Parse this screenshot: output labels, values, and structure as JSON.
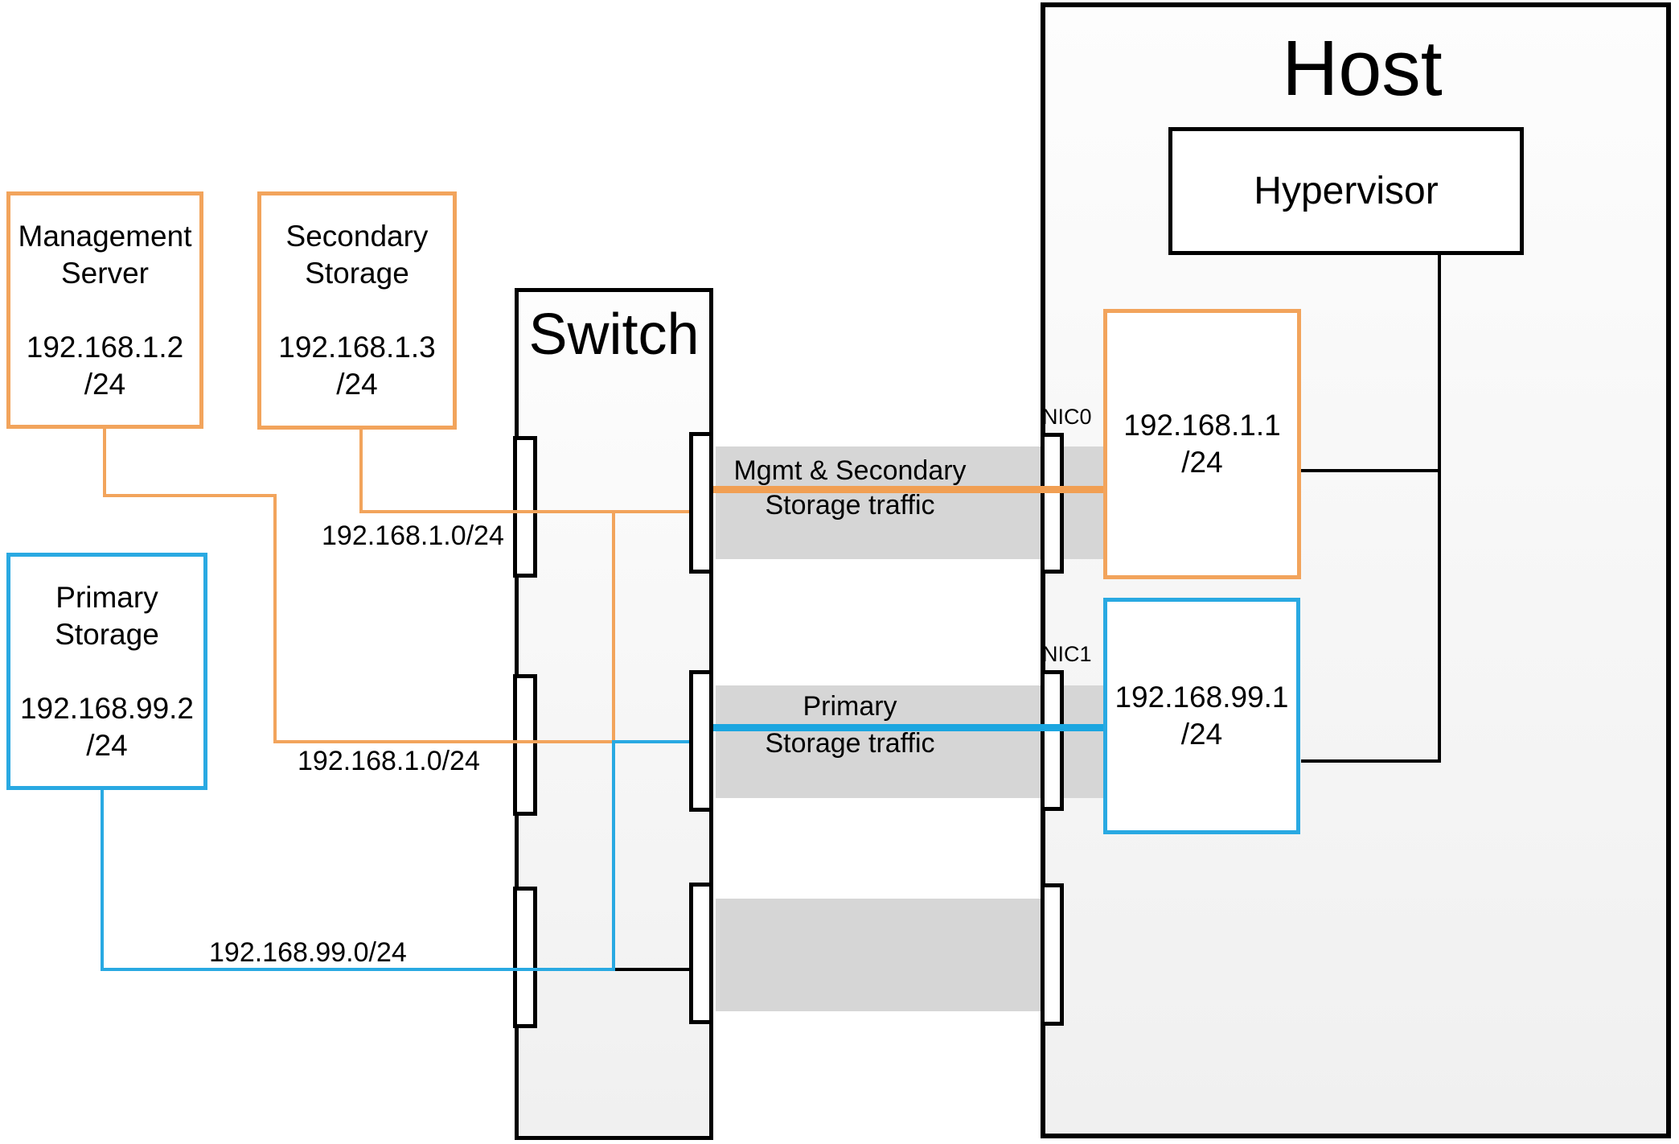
{
  "diagram": {
    "kind": "network-topology",
    "colors": {
      "orange_line": "#F2A45C",
      "orange_traffic": "#F19F53",
      "blue_line": "#29A9E2",
      "blue_traffic": "#1CA6E0",
      "band_gray": "#D6D6D6",
      "line_black": "#000000"
    },
    "nodes": {
      "management_server": {
        "name1": "Management",
        "name2": "Server",
        "ip": "192.168.1.2",
        "mask": "/24"
      },
      "secondary_storage": {
        "name1": "Secondary",
        "name2": "Storage",
        "ip": "192.168.1.3",
        "mask": "/24"
      },
      "primary_storage": {
        "name1": "Primary",
        "name2": "Storage",
        "ip": "192.168.99.2",
        "mask": "/24"
      },
      "switch": {
        "label": "Switch"
      },
      "host": {
        "label": "Host"
      },
      "hypervisor": {
        "label": "Hypervisor"
      },
      "nic0_ip": {
        "ip": "192.168.1.1",
        "mask": "/24"
      },
      "nic1_ip": {
        "ip": "192.168.99.1",
        "mask": "/24"
      }
    },
    "port_labels": {
      "nic0": "NIC0",
      "nic1": "NIC1"
    },
    "net_labels": {
      "secondary_net": "192.168.1.0/24",
      "management_net": "192.168.1.0/24",
      "primary_net": "192.168.99.0/24"
    },
    "traffic_labels": {
      "mgmt_line1": "Mgmt & Secondary",
      "mgmt_line2": "Storage traffic",
      "primary_line1": "Primary",
      "primary_line2": "Storage traffic"
    }
  }
}
